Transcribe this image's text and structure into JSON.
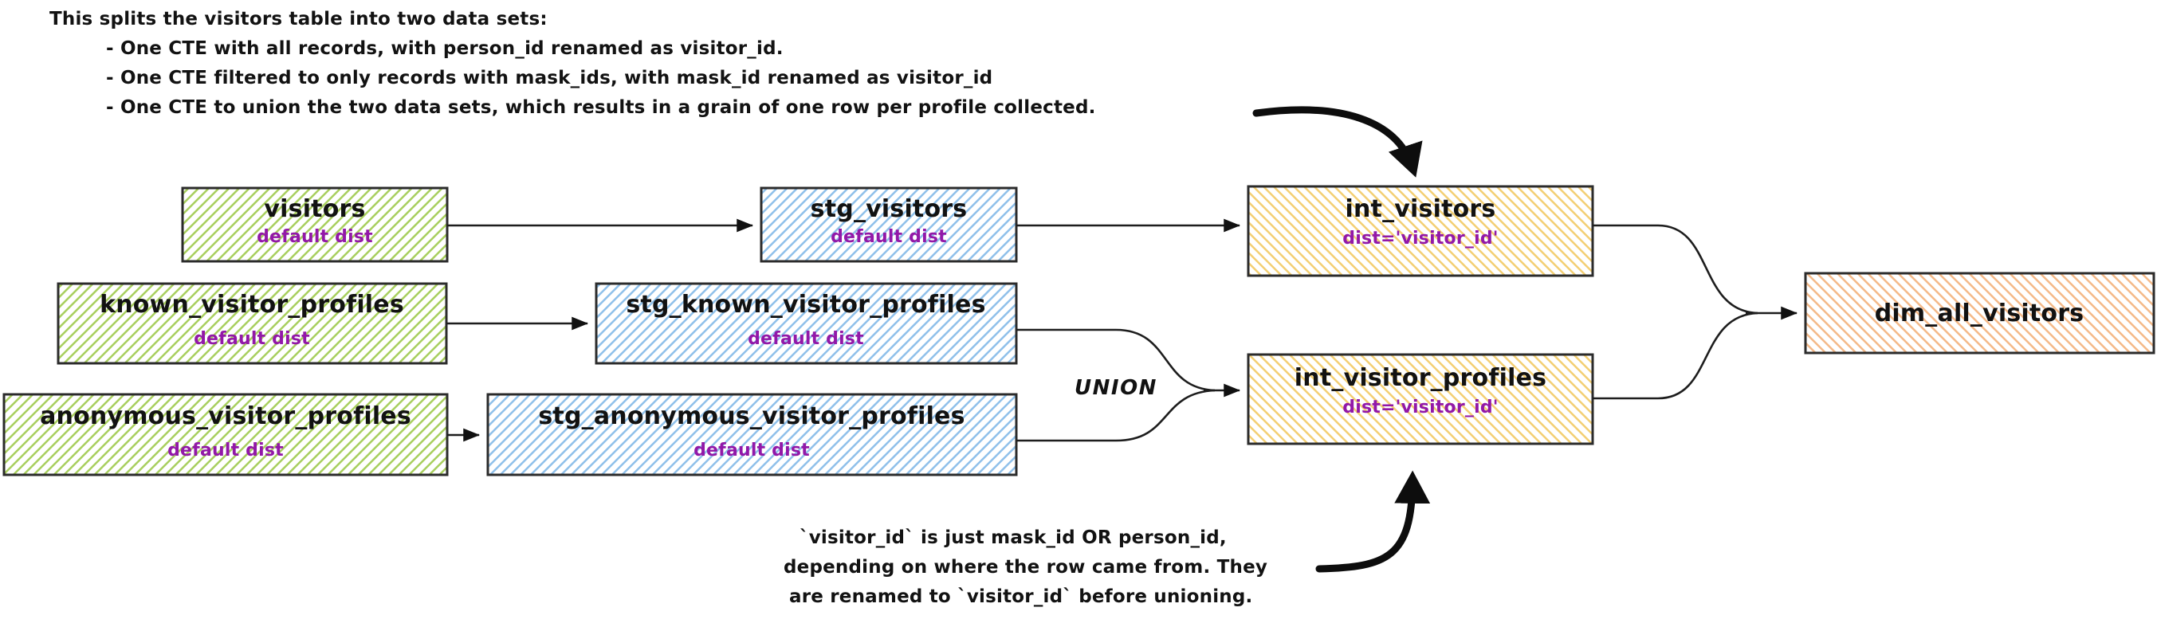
{
  "annotations": {
    "top": {
      "lines": [
        "This splits the visitors table into two data sets:",
        "- One CTE with all records, with person_id renamed as visitor_id.",
        "- One CTE filtered to only records with mask_ids, with mask_id renamed as visitor_id",
        "- One CTE to union the two data sets, which results in a grain of one row per profile collected."
      ]
    },
    "bottom": {
      "lines": [
        "`visitor_id` is just mask_id OR person_id,",
        "depending on where the row came from. They",
        "are renamed to `visitor_id` before unioning."
      ]
    }
  },
  "edge_labels": {
    "union": "UNION"
  },
  "colors": {
    "source_fill": "#cfe3a3",
    "staging_fill": "#bcd7f0",
    "intermediate_fill": "#f7dc9a",
    "mart_fill": "#f6c9a4",
    "dist_text": "#9218a8",
    "stroke": "#2b2b2b"
  },
  "nodes": [
    {
      "id": "visitors",
      "name": "visitors",
      "dist": "default dist",
      "layer": "source"
    },
    {
      "id": "known_visitor_profiles",
      "name": "known_visitor_profiles",
      "dist": "default dist",
      "layer": "source"
    },
    {
      "id": "anonymous_visitor_profiles",
      "name": "anonymous_visitor_profiles",
      "dist": "default dist",
      "layer": "source"
    },
    {
      "id": "stg_visitors",
      "name": "stg_visitors",
      "dist": "default dist",
      "layer": "staging"
    },
    {
      "id": "stg_known_visitor_profiles",
      "name": "stg_known_visitor_profiles",
      "dist": "default dist",
      "layer": "staging"
    },
    {
      "id": "stg_anonymous_visitor_profiles",
      "name": "stg_anonymous_visitor_profiles",
      "dist": "default dist",
      "layer": "staging"
    },
    {
      "id": "int_visitors",
      "name": "int_visitors",
      "dist": "dist='visitor_id'",
      "layer": "intermediate"
    },
    {
      "id": "int_visitor_profiles",
      "name": "int_visitor_profiles",
      "dist": "dist='visitor_id'",
      "layer": "intermediate"
    },
    {
      "id": "dim_all_visitors",
      "name": "dim_all_visitors",
      "dist": "",
      "layer": "mart"
    }
  ]
}
